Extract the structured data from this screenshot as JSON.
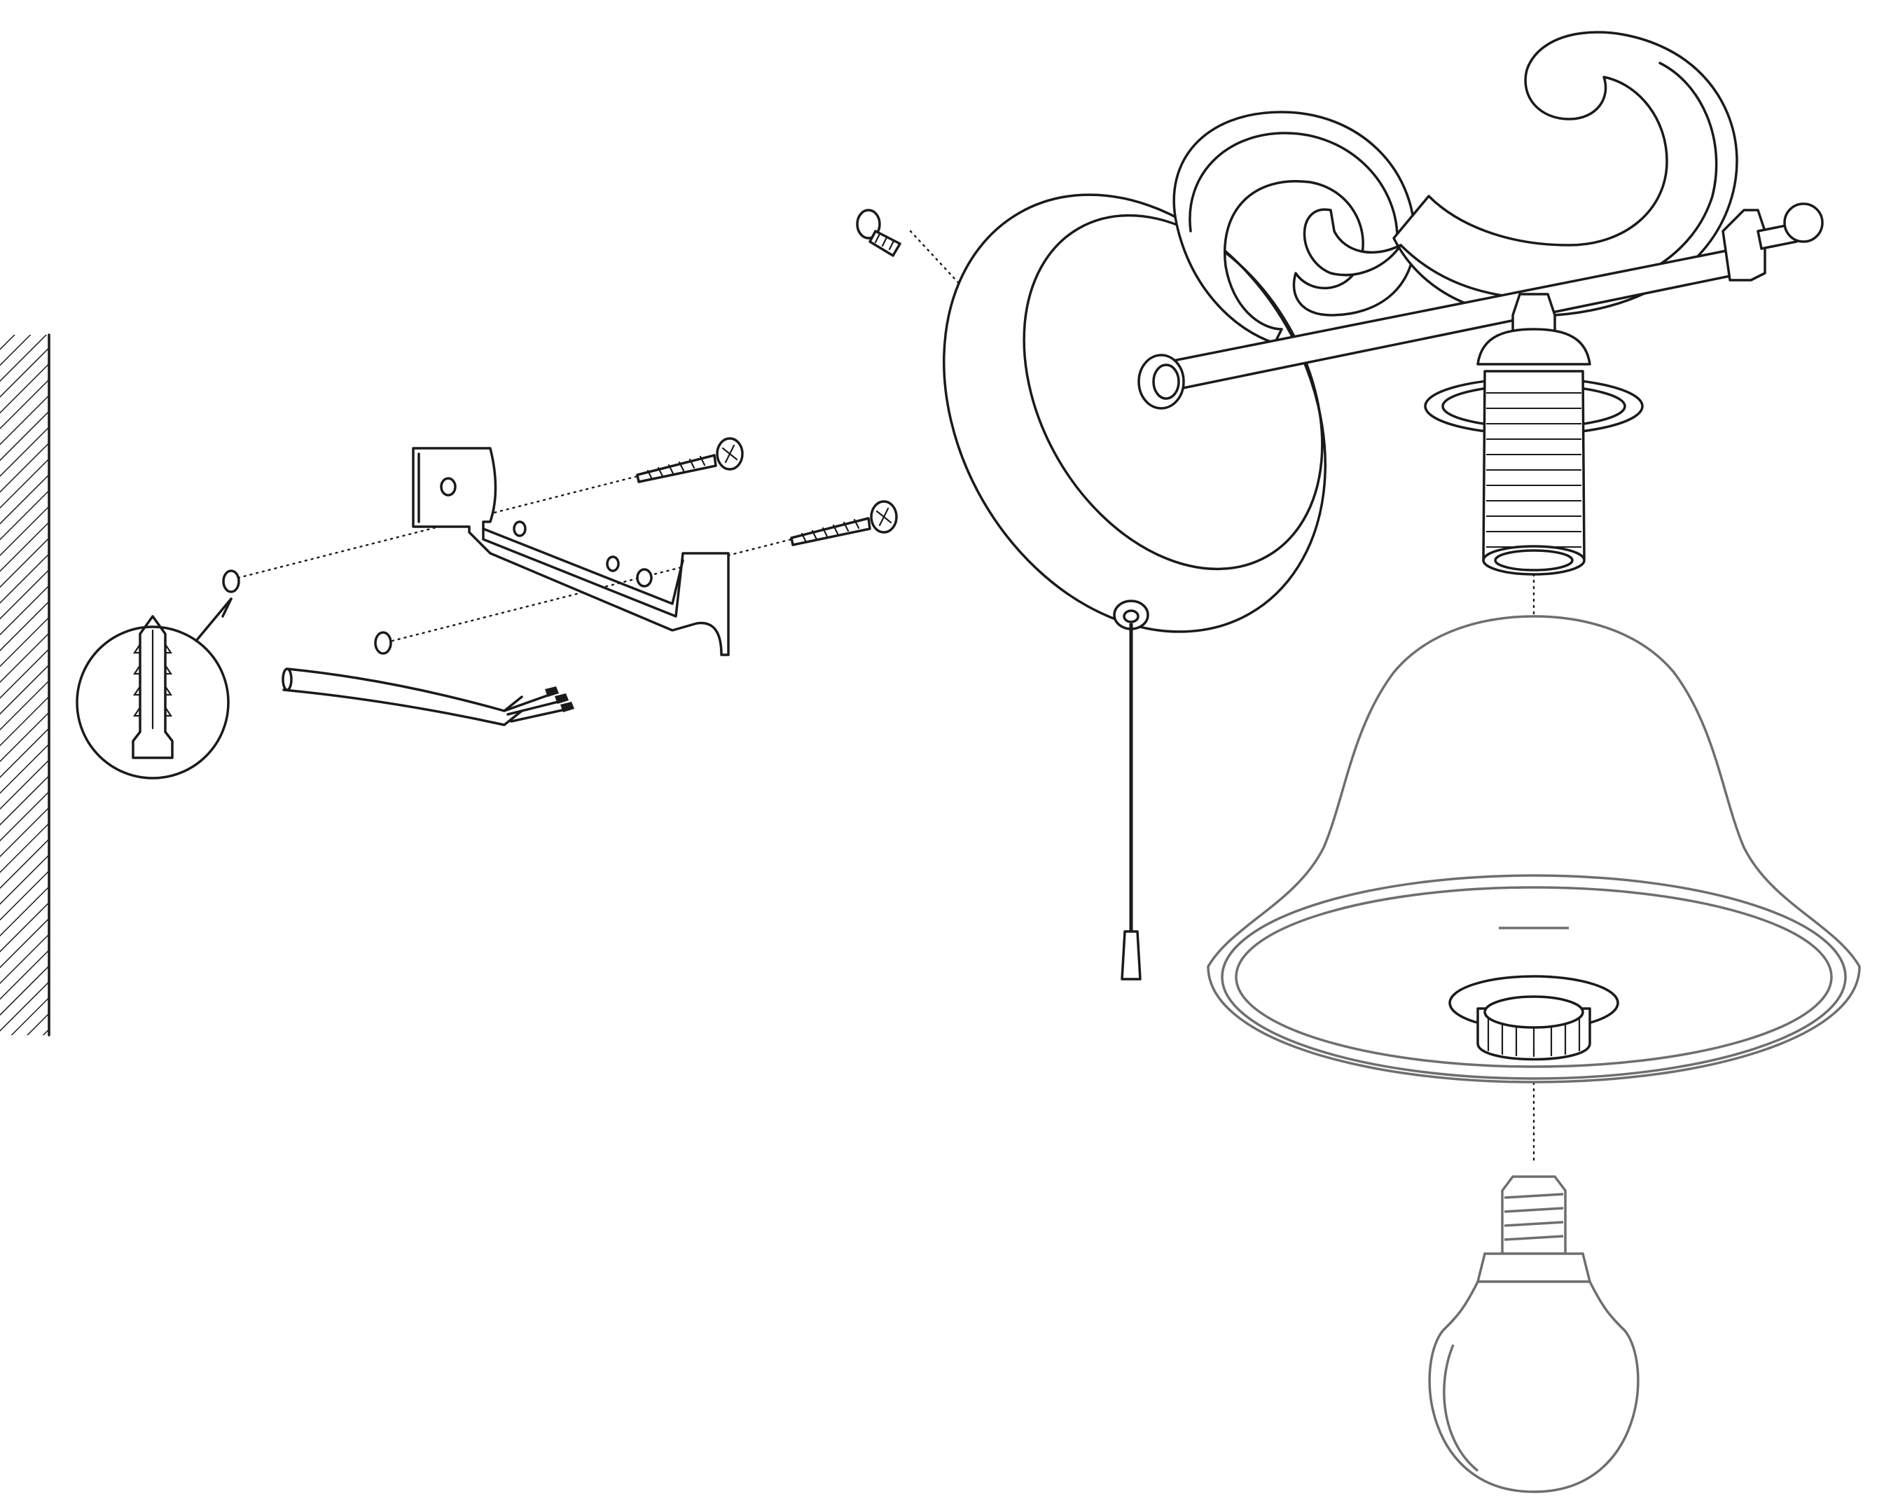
{
  "diagram": {
    "type": "exploded-assembly-illustration",
    "text_labels": [],
    "parts": [
      "wall",
      "wall-plug",
      "mounting-bracket",
      "wood-screw",
      "supply-cable",
      "wall-plate",
      "decorative-scroll-arm",
      "bracket-fixing-screw",
      "pull-cord",
      "lamp-holder",
      "glass-shade",
      "shade-ring",
      "light-bulb"
    ],
    "colors": {
      "line": "#1a1a1a",
      "shade": "#6e6e6e",
      "background": "#ffffff"
    }
  }
}
